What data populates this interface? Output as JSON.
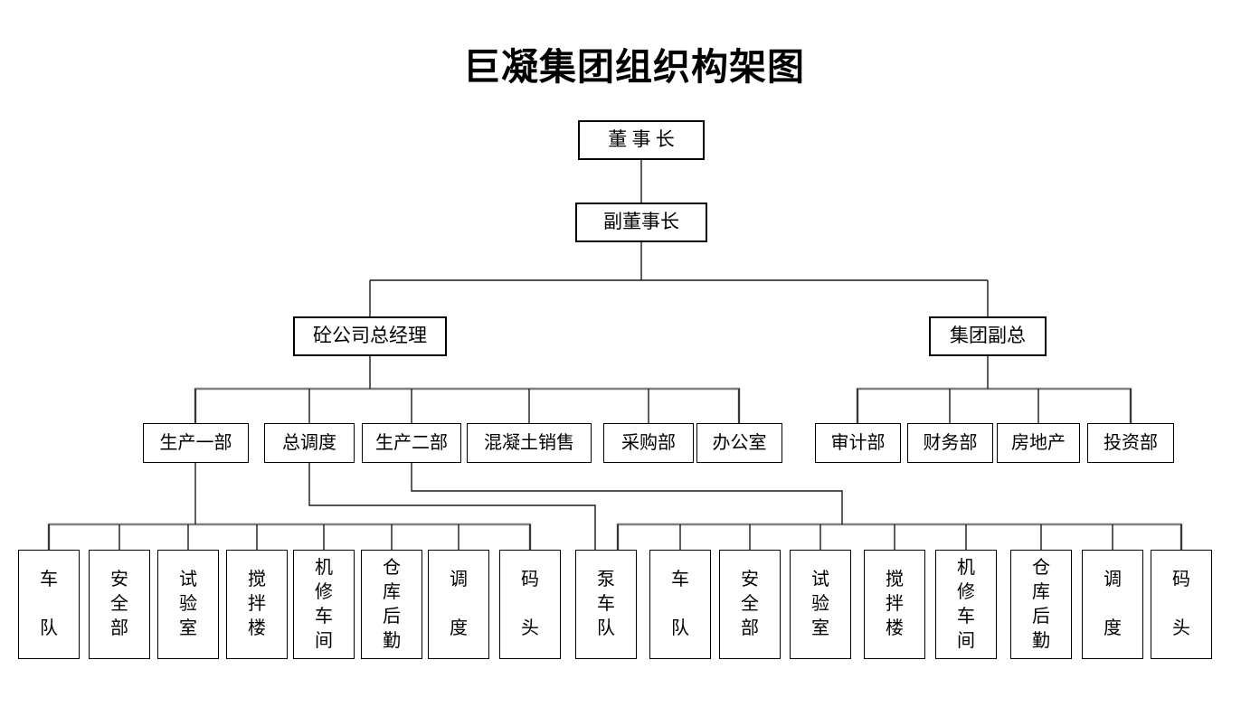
{
  "title": "巨凝集团组织构架图",
  "org_chart": {
    "type": "org-tree",
    "background": "#ffffff",
    "line_color": "#000000",
    "rake_line_color": "#808080",
    "nodes": {
      "chairman": {
        "label": "董 事 长"
      },
      "vice_chairman": {
        "label": "副董事长"
      },
      "concrete_company_gm": {
        "label": "砼公司总经理"
      },
      "group_deputy_gm": {
        "label": "集团副总"
      },
      "concrete_departments": [
        {
          "label": "生产一部"
        },
        {
          "label": "总调度"
        },
        {
          "label": "生产二部"
        },
        {
          "label": "混凝土销售"
        },
        {
          "label": "采购部"
        },
        {
          "label": "办公室"
        }
      ],
      "group_departments": [
        {
          "label": "审计部"
        },
        {
          "label": "财务部"
        },
        {
          "label": "房地产"
        },
        {
          "label": "投资部"
        }
      ],
      "pump_truck_fleet": {
        "label": "泵车队",
        "display": "泵\n车\n队"
      },
      "production1_units": [
        {
          "label": "车队",
          "display": "车\n\n队"
        },
        {
          "label": "安全部",
          "display": "安\n全\n部"
        },
        {
          "label": "试验室",
          "display": "试\n验\n室"
        },
        {
          "label": "搅拌楼",
          "display": "搅\n拌\n楼"
        },
        {
          "label": "机修车间",
          "display": "机\n修\n车\n间"
        },
        {
          "label": "仓库后勤",
          "display": "仓\n库\n后\n勤"
        },
        {
          "label": "调度",
          "display": "调\n\n度"
        },
        {
          "label": "码头",
          "display": "码\n\n头"
        }
      ],
      "production2_units": [
        {
          "label": "车队",
          "display": "车\n\n队"
        },
        {
          "label": "安全部",
          "display": "安\n全\n部"
        },
        {
          "label": "试验室",
          "display": "试\n验\n室"
        },
        {
          "label": "搅拌楼",
          "display": "搅\n拌\n楼"
        },
        {
          "label": "机修车间",
          "display": "机\n修\n车\n间"
        },
        {
          "label": "仓库后勤",
          "display": "仓\n库\n后\n勤"
        },
        {
          "label": "调度",
          "display": "调\n\n度"
        },
        {
          "label": "码头",
          "display": "码\n\n头"
        }
      ]
    },
    "edges": [
      {
        "from": "董事长",
        "to": [
          "副董事长"
        ]
      },
      {
        "from": "副董事长",
        "to": [
          "砼公司总经理",
          "集团副总"
        ]
      },
      {
        "from": "砼公司总经理",
        "to": [
          "生产一部",
          "总调度",
          "生产二部",
          "混凝土销售",
          "采购部",
          "办公室"
        ]
      },
      {
        "from": "集团副总",
        "to": [
          "审计部",
          "财务部",
          "房地产",
          "投资部"
        ]
      },
      {
        "from": "生产一部",
        "to": [
          "车队",
          "安全部",
          "试验室",
          "搅拌楼",
          "机修车间",
          "仓库后勤",
          "调度",
          "码头"
        ]
      },
      {
        "from": "总调度",
        "to": [
          "泵车队"
        ]
      },
      {
        "from": "生产二部",
        "to": [
          "泵车队",
          "车队",
          "安全部",
          "试验室",
          "搅拌楼",
          "机修车间",
          "仓库后勤",
          "调度",
          "码头"
        ]
      }
    ]
  }
}
